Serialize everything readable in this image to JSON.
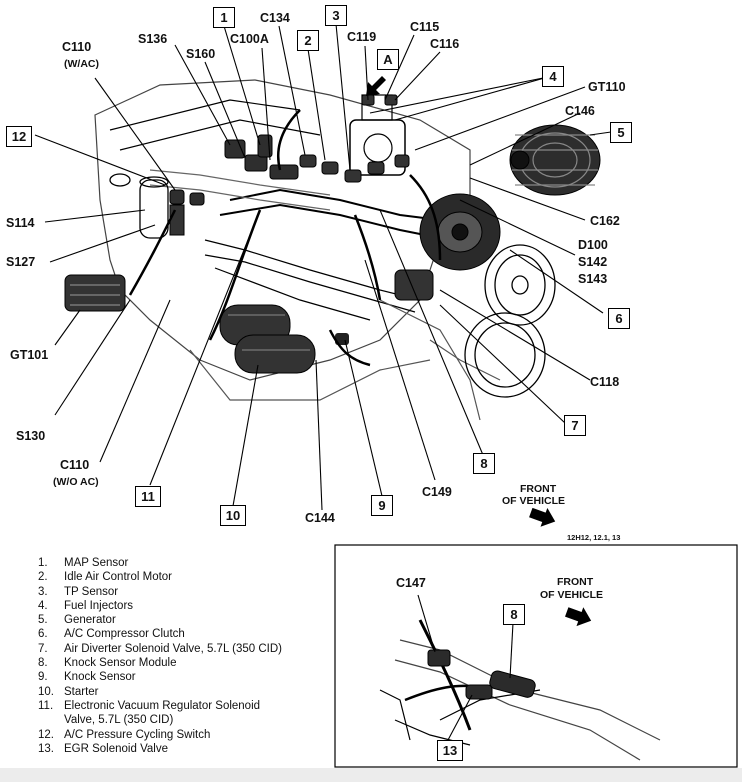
{
  "callouts": {
    "c110_wac": "C110",
    "c110_wac_sub": "(W/AC)",
    "s136": "S136",
    "s160": "S160",
    "c100a": "C100A",
    "c134": "C134",
    "c119": "C119",
    "c115": "C115",
    "c116": "C116",
    "gt110": "GT110",
    "c146": "C146",
    "c162": "C162",
    "d100": "D100",
    "s142": "S142",
    "s143": "S143",
    "c118": "C118",
    "s114": "S114",
    "s127": "S127",
    "gt101": "GT101",
    "s130": "S130",
    "c110_woac": "C110",
    "c110_woac_sub": "(W/O AC)",
    "c149": "C149",
    "c144": "C144",
    "c147": "C147"
  },
  "boxes": {
    "b1": "1",
    "b2": "2",
    "b3": "3",
    "bA": "A",
    "b4": "4",
    "b5": "5",
    "b6": "6",
    "b7": "7",
    "b8": "8",
    "b9": "9",
    "b10": "10",
    "b11": "11",
    "b12": "12",
    "inset_b8": "8",
    "inset_b13": "13"
  },
  "front_label_main": [
    "FRONT",
    "OF VEHICLE"
  ],
  "front_label_inset": [
    "FRONT",
    "OF VEHICLE"
  ],
  "figure_code": "12H12, 12.1, 13",
  "legend": [
    {
      "num": "1.",
      "text": "MAP Sensor"
    },
    {
      "num": "2.",
      "text": "Idle Air Control Motor"
    },
    {
      "num": "3.",
      "text": "TP Sensor"
    },
    {
      "num": "4.",
      "text": "Fuel Injectors"
    },
    {
      "num": "5.",
      "text": "Generator"
    },
    {
      "num": "6.",
      "text": "A/C Compressor Clutch"
    },
    {
      "num": "7.",
      "text": "Air Diverter Solenoid Valve, 5.7L (350 CID)"
    },
    {
      "num": "8.",
      "text": "Knock Sensor Module"
    },
    {
      "num": "9.",
      "text": "Knock Sensor"
    },
    {
      "num": "10.",
      "text": "Starter"
    },
    {
      "num": "11.",
      "text": "Electronic Vacuum Regulator Solenoid"
    },
    {
      "num": "",
      "text": "Valve, 5.7L (350 CID)"
    },
    {
      "num": "12.",
      "text": "A/C Pressure Cycling Switch"
    },
    {
      "num": "13.",
      "text": "EGR Solenoid Valve"
    }
  ],
  "icons": [
    "front-arrow-icon",
    "engine-illustration",
    "inset-illustration"
  ],
  "colors": {
    "ink": "#000000",
    "paper": "#ffffff",
    "shade": "#555555"
  }
}
